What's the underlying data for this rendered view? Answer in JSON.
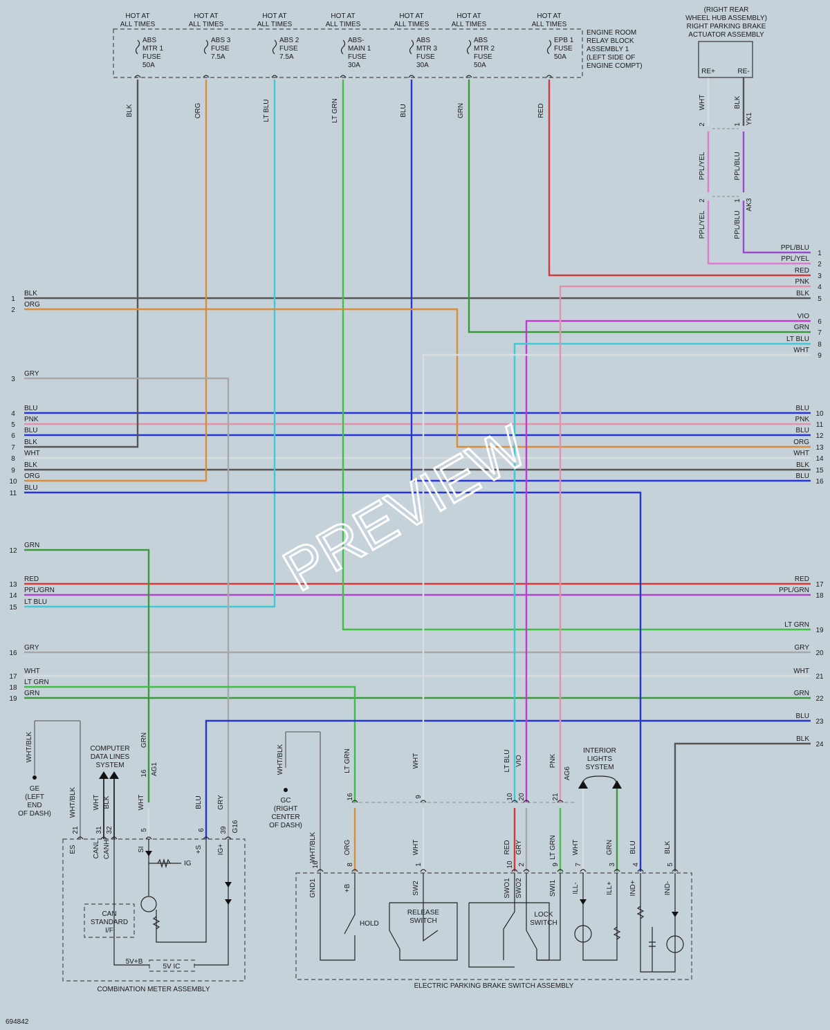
{
  "colors": {
    "BLK": "#555555",
    "ORG": "#d98c3a",
    "LT BLU": "#3ec9d6",
    "LT GRN": "#3fc044",
    "BLU": "#2434d6",
    "GRN": "#3a9a3a",
    "RED": "#d43a3a",
    "PNK": "#e58fa8",
    "GRY": "#a7a7a7",
    "WHT": "#d8dde1",
    "VIO": "#c43ad0",
    "PPL/GRN": "#b044c8",
    "PPL/BLU": "#9a4ad0",
    "PPL/YEL": "#e07ad0",
    "WHT/BLK": "#7a7a7a"
  },
  "fuse_header": "HOT AT ALL TIMES",
  "relay_block_label": [
    "ENGINE ROOM",
    "RELAY BLOCK",
    "ASSEMBLY 1",
    "(LEFT SIDE OF",
    "ENGINE COMPT)"
  ],
  "fuses": [
    {
      "lines": [
        "ABS",
        "MTR 1",
        "FUSE",
        "50A"
      ],
      "wire": "BLK"
    },
    {
      "lines": [
        "ABS 3",
        "FUSE",
        "7.5A"
      ],
      "wire": "ORG"
    },
    {
      "lines": [
        "ABS 2",
        "FUSE",
        "7.5A"
      ],
      "wire": "LT BLU"
    },
    {
      "lines": [
        "ABS-",
        "MAIN 1",
        "FUSE",
        "30A"
      ],
      "wire": "LT GRN"
    },
    {
      "lines": [
        "ABS",
        "MTR 3",
        "FUSE",
        "30A"
      ],
      "wire": "BLU"
    },
    {
      "lines": [
        "ABS",
        "MTR 2",
        "FUSE",
        "50A"
      ],
      "wire": "GRN"
    },
    {
      "lines": [
        "EPB 1",
        "FUSE",
        "50A"
      ],
      "wire": "RED"
    }
  ],
  "actuator": {
    "title": [
      "(RIGHT REAR",
      "WHEEL HUB ASSEMBLY)",
      "RIGHT PARKING BRAKE",
      "ACTUATOR ASSEMBLY"
    ],
    "pins": [
      "RE+",
      "RE-"
    ],
    "conn_yk1": "YK1",
    "conn_ak3": "AK3",
    "wires_top": [
      "WHT",
      "BLK"
    ],
    "wires_mid": [
      "PPL/YEL",
      "PPL/BLU"
    ],
    "wires_low": [
      "PPL/YEL",
      "PPL/BLU"
    ],
    "pin_nums": [
      "2",
      "1"
    ]
  },
  "left_lines": [
    {
      "n": "1",
      "c": "BLK"
    },
    {
      "n": "2",
      "c": "ORG"
    },
    {
      "n": "3",
      "c": "GRY"
    },
    {
      "n": "4",
      "c": "BLU"
    },
    {
      "n": "5",
      "c": "PNK"
    },
    {
      "n": "6",
      "c": "BLU"
    },
    {
      "n": "7",
      "c": "BLK"
    },
    {
      "n": "8",
      "c": "WHT"
    },
    {
      "n": "9",
      "c": "BLK"
    },
    {
      "n": "10",
      "c": "ORG"
    },
    {
      "n": "11",
      "c": "BLU"
    },
    {
      "n": "12",
      "c": "GRN"
    },
    {
      "n": "13",
      "c": "RED"
    },
    {
      "n": "14",
      "c": "PPL/GRN"
    },
    {
      "n": "15",
      "c": "LT BLU"
    },
    {
      "n": "16",
      "c": "GRY"
    },
    {
      "n": "17",
      "c": "WHT"
    },
    {
      "n": "18",
      "c": "LT GRN"
    },
    {
      "n": "19",
      "c": "GRN"
    }
  ],
  "right_lines": [
    {
      "n": "1",
      "c": "PPL/BLU"
    },
    {
      "n": "2",
      "c": "PPL/YEL"
    },
    {
      "n": "3",
      "c": "RED"
    },
    {
      "n": "4",
      "c": "PNK"
    },
    {
      "n": "5",
      "c": "BLK"
    },
    {
      "n": "6",
      "c": "VIO"
    },
    {
      "n": "7",
      "c": "GRN"
    },
    {
      "n": "8",
      "c": "LT BLU"
    },
    {
      "n": "9",
      "c": "WHT"
    },
    {
      "n": "10",
      "c": "BLU"
    },
    {
      "n": "11",
      "c": "PNK"
    },
    {
      "n": "12",
      "c": "BLU"
    },
    {
      "n": "13",
      "c": "ORG"
    },
    {
      "n": "14",
      "c": "WHT"
    },
    {
      "n": "15",
      "c": "BLK"
    },
    {
      "n": "16",
      "c": "BLU"
    },
    {
      "n": "17",
      "c": "RED"
    },
    {
      "n": "18",
      "c": "PPL/GRN"
    },
    {
      "n": "19",
      "c": "LT GRN"
    },
    {
      "n": "20",
      "c": "GRY"
    },
    {
      "n": "21",
      "c": "WHT"
    },
    {
      "n": "22",
      "c": "GRN"
    },
    {
      "n": "23",
      "c": "BLU"
    },
    {
      "n": "24",
      "c": "BLK"
    }
  ],
  "meter": {
    "title": "COMBINATION METER ASSEMBLY",
    "cdl": [
      "COMPUTER",
      "DATA LINES",
      "SYSTEM"
    ],
    "ground_ge": [
      "GE",
      "(LEFT",
      "END",
      "OF DASH)"
    ],
    "ground_wire": "WHT/BLK",
    "pins": [
      {
        "num": "21",
        "name": "ES",
        "wire": "WHT/BLK"
      },
      {
        "num": "31",
        "name": "CANL",
        "wire": "WHT"
      },
      {
        "num": "32",
        "name": "CANH",
        "wire": "BLK"
      },
      {
        "num": "5",
        "name": "SI",
        "wire": "WHT"
      },
      {
        "num": "6",
        "name": "+S",
        "wire": "BLU"
      },
      {
        "num": "39",
        "name": "IG+",
        "wire": "GRY"
      }
    ],
    "ag1_pin": "16",
    "ag1": "AG1",
    "ag1_wire": "GRN",
    "g16": "G16",
    "can_box": [
      "CAN",
      "STANDARD",
      "I/F"
    ],
    "ig_label": "IG",
    "ic_label": "5V IC",
    "vb_label": "5V+B"
  },
  "epb": {
    "title": "ELECTRIC PARKING BRAKE SWITCH ASSEMBLY",
    "ground_gc": [
      "GC",
      "(RIGHT",
      "CENTER",
      "OF DASH)"
    ],
    "ground_wire": "WHT/BLK",
    "interior": [
      "INTERIOR",
      "LIGHTS",
      "SYSTEM"
    ],
    "hold": "HOLD",
    "release": [
      "RELEASE",
      "SWITCH"
    ],
    "lock": [
      "LOCK",
      "SWITCH"
    ],
    "ag6": "AG6",
    "ag6_pins": [
      {
        "num": "16",
        "wire": "LT GRN"
      },
      {
        "num": "9",
        "wire": "WHT"
      },
      {
        "num": "10",
        "wire": "LT BLU"
      },
      {
        "num": "20",
        "wire": "VIO"
      },
      {
        "num": "21",
        "wire": "PNK"
      }
    ],
    "pins": [
      {
        "num": "16",
        "name": "GND1",
        "wire": "WHT/BLK"
      },
      {
        "num": "8",
        "name": "+B",
        "wire": "ORG"
      },
      {
        "num": "1",
        "name": "SW2",
        "wire": "WHT"
      },
      {
        "num": "10",
        "name": "SWO1",
        "wire": "RED"
      },
      {
        "num": "2",
        "name": "SWO2",
        "wire": "GRY"
      },
      {
        "num": "9",
        "name": "SWI1",
        "wire": "LT GRN"
      },
      {
        "num": "7",
        "name": "ILL-",
        "wire": "WHT"
      },
      {
        "num": "3",
        "name": "ILL+",
        "wire": "GRN"
      },
      {
        "num": "4",
        "name": "IND+",
        "wire": "BLU"
      },
      {
        "num": "5",
        "name": "IND-",
        "wire": "BLK"
      }
    ]
  },
  "diagram_id": "694842",
  "watermark": "PREVIEW"
}
